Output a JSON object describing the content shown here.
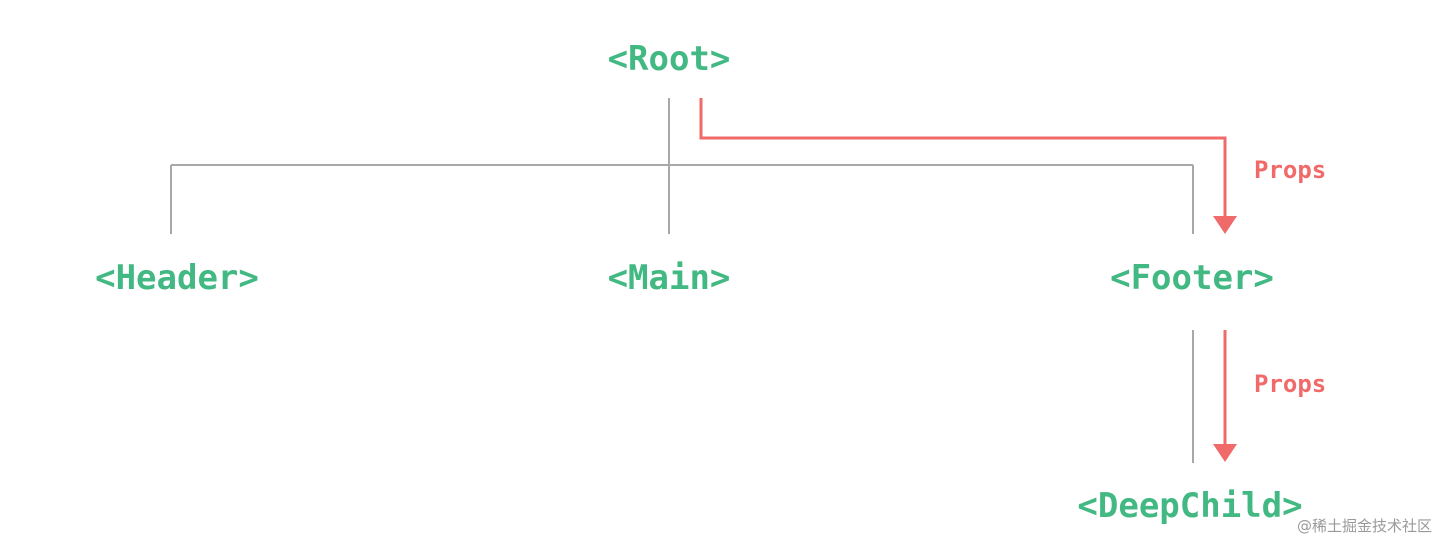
{
  "colors": {
    "node_text": "#42b883",
    "tree_line": "#a8a8a8",
    "props": "#f16a6a",
    "background": "#ffffff",
    "watermark": "#9a9a9a"
  },
  "nodes": {
    "root": "<Root>",
    "header": "<Header>",
    "main": "<Main>",
    "footer": "<Footer>",
    "deep_child": "<DeepChild>"
  },
  "props_flow": {
    "root_to_footer": "Props",
    "footer_to_deepchild": "Props"
  },
  "watermark": "@稀土掘金技术社区"
}
